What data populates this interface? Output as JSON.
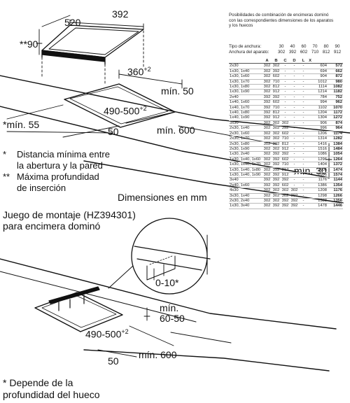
{
  "top_diagram": {
    "dim_width": "392",
    "dim_depth": "520",
    "dim_insertion": "**90",
    "dim_cutout_depth": "360",
    "dim_cutout_depth_sup": "+2",
    "dim_min_50": "mín. 50",
    "dim_cutout_width": "490-500",
    "dim_cutout_width_sup": "+2",
    "dim_min_55": "*mín. 55",
    "dim_50": "50",
    "dim_min_600": "mín. 600",
    "dim_min_30": "mín. 30"
  },
  "notes": {
    "n1_mark": "*",
    "n1_line1": "Distancia mínima entre",
    "n1_line2": "la abertura y la pared",
    "n2_mark": "**",
    "n2_line1": "Máxima profundidad",
    "n2_line2": "de inserción",
    "units": "Dimensiones en mm"
  },
  "kit": {
    "title_line1": "Juego de montaje (HZ394301)",
    "title_line2": "para encimera dominó",
    "dim_gap": "0-10*",
    "dim_min_label": "mín.",
    "dim_min_value": "60-50",
    "dim_cutout_width": "490-500",
    "dim_cutout_width_sup": "+2",
    "dim_50": "50",
    "dim_min_600": "mín. 600",
    "note_mark": "*",
    "note_line1": "Depende de la",
    "note_line2": "profundidad del hueco"
  },
  "table_info": {
    "line1": "Posibilidades de combinación de encimeras dominó",
    "line2": "con las correspondientes dimensiones de los aparatos",
    "line3": "y los huecos",
    "width_label": "Tipo de anchura:",
    "width_values": [
      "30",
      "40",
      "60",
      "70",
      "80",
      "90"
    ],
    "device_label": "Anchura del aparato:",
    "device_values": [
      "302",
      "392",
      "602",
      "710",
      "812",
      "912"
    ]
  },
  "table": {
    "headers": [
      "",
      "A",
      "B",
      "C",
      "D",
      "L",
      "X",
      "",
      ""
    ],
    "rows": [
      [
        "2x30",
        "302",
        "302",
        "-",
        "-",
        "-",
        "",
        "604",
        "572"
      ],
      [
        "1x30, 1x40",
        "302",
        "392",
        "-",
        "-",
        "-",
        "",
        "694",
        "662"
      ],
      [
        "1x30, 1x60",
        "302",
        "602",
        "-",
        "-",
        "-",
        "",
        "904",
        "872"
      ],
      [
        "1x30, 1x70",
        "302",
        "710",
        "-",
        "-",
        "-",
        "",
        "1012",
        "980"
      ],
      [
        "1x30, 1x80",
        "302",
        "812",
        "-",
        "-",
        "-",
        "",
        "1114",
        "1082"
      ],
      [
        "1x30, 1x90",
        "302",
        "912",
        "-",
        "-",
        "-",
        "",
        "1214",
        "1182"
      ],
      [
        "2x40",
        "392",
        "392",
        "-",
        "-",
        "-",
        "",
        "784",
        "752"
      ],
      [
        "1x40, 1x60",
        "392",
        "602",
        "-",
        "-",
        "-",
        "",
        "994",
        "962"
      ],
      [
        "1x40, 1x70",
        "392",
        "710",
        "-",
        "-",
        "-",
        "",
        "1102",
        "1070"
      ],
      [
        "1x40, 1x80",
        "392",
        "812",
        "-",
        "-",
        "-",
        "",
        "1204",
        "1172"
      ],
      [
        "1x40, 1x90",
        "392",
        "912",
        "-",
        "-",
        "-",
        "",
        "1304",
        "1272"
      ],
      [
        "3x30",
        "302",
        "302",
        "302",
        "-",
        "-",
        "",
        "906",
        "874"
      ],
      [
        "2x30, 1x40",
        "302",
        "302",
        "392",
        "-",
        "-",
        "",
        "996",
        "964"
      ],
      [
        "2x30, 1x60",
        "302",
        "302",
        "602",
        "-",
        "-",
        "",
        "1206",
        "1174"
      ],
      [
        "2x30, 1x70",
        "302",
        "302",
        "710",
        "-",
        "-",
        "",
        "1314",
        "1282"
      ],
      [
        "2x30, 1x80",
        "302",
        "302",
        "812",
        "-",
        "-",
        "",
        "1416",
        "1384"
      ],
      [
        "2x30, 1x90",
        "302",
        "302",
        "912",
        "-",
        "-",
        "",
        "1516",
        "1484"
      ],
      [
        "1x30, 2x40",
        "302",
        "392",
        "392",
        "-",
        "-",
        "",
        "1086",
        "1054"
      ],
      [
        "1x30, 1x40, 1x60",
        "302",
        "392",
        "602",
        "-",
        "-",
        "",
        "1296",
        "1264"
      ],
      [
        "1x30, 1x40, 1x70",
        "302",
        "392",
        "710",
        "-",
        "-",
        "",
        "1404",
        "1372"
      ],
      [
        "1x30, 1x40, 1x80",
        "302",
        "392",
        "812",
        "-",
        "-",
        "",
        "1506",
        "1474"
      ],
      [
        "1x30, 1x40, 1x90",
        "302",
        "392",
        "912",
        "-",
        "-",
        "",
        "1606",
        "1574"
      ],
      [
        "3x40",
        "392",
        "392",
        "392",
        "-",
        "-",
        "",
        "1176",
        "1144"
      ],
      [
        "2x40, 1x60",
        "392",
        "392",
        "602",
        "-",
        "-",
        "",
        "1386",
        "1354"
      ],
      [
        "4x30",
        "302",
        "302",
        "302",
        "302",
        "-",
        "",
        "1208",
        "1176"
      ],
      [
        "3x30, 1x40",
        "302",
        "302",
        "302",
        "392",
        "-",
        "",
        "1298",
        "1266"
      ],
      [
        "2x30, 2x40",
        "302",
        "302",
        "392",
        "392",
        "-",
        "",
        "1388",
        "1356"
      ],
      [
        "1x30, 3x40",
        "302",
        "392",
        "392",
        "392",
        "-",
        "",
        "1478",
        "1446"
      ]
    ]
  }
}
